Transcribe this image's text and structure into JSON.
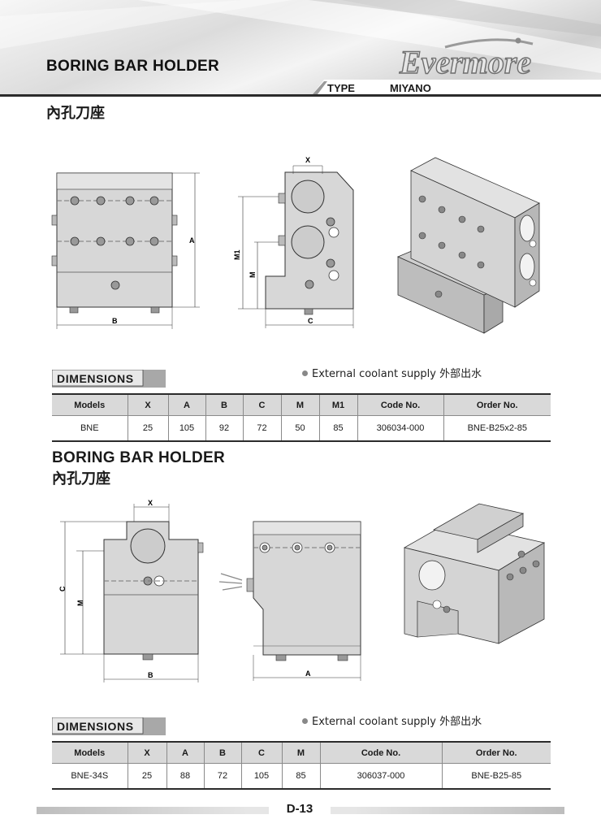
{
  "header": {
    "title": "BORING BAR HOLDER",
    "brand": "Evermore",
    "type_label": "TYPE",
    "type_value": "MIYANO",
    "subtitle_cn": "內孔刀座"
  },
  "drawing1": {
    "dims": {
      "x": "X",
      "a": "A",
      "b": "B",
      "c": "C",
      "m": "M",
      "m1": "M1"
    }
  },
  "section1": {
    "tag": "DIMENSIONS",
    "coolant_note": "External coolant supply 外部出水",
    "columns": [
      "Models",
      "X",
      "A",
      "B",
      "C",
      "M",
      "M1",
      "Code No.",
      "Order No."
    ],
    "rows": [
      [
        "BNE",
        "25",
        "105",
        "92",
        "72",
        "50",
        "85",
        "306034-000",
        "BNE-B25x2-85"
      ]
    ]
  },
  "section2": {
    "title": "BORING BAR HOLDER",
    "title_cn": "內孔刀座",
    "dims": {
      "x": "X",
      "c": "C",
      "m": "M",
      "b": "B",
      "a": "A"
    },
    "tag": "DIMENSIONS",
    "coolant_note": "External coolant supply 外部出水",
    "columns": [
      "Models",
      "X",
      "A",
      "B",
      "C",
      "M",
      "Code No.",
      "Order No."
    ],
    "rows": [
      [
        "BNE-34S",
        "25",
        "88",
        "72",
        "105",
        "85",
        "306037-000",
        "BNE-B25-85"
      ]
    ]
  },
  "footer": {
    "page": "D-13"
  },
  "colors": {
    "body": "#d7d7d7",
    "dark": "#2b2b2b",
    "tag": "#a8a8a8"
  }
}
